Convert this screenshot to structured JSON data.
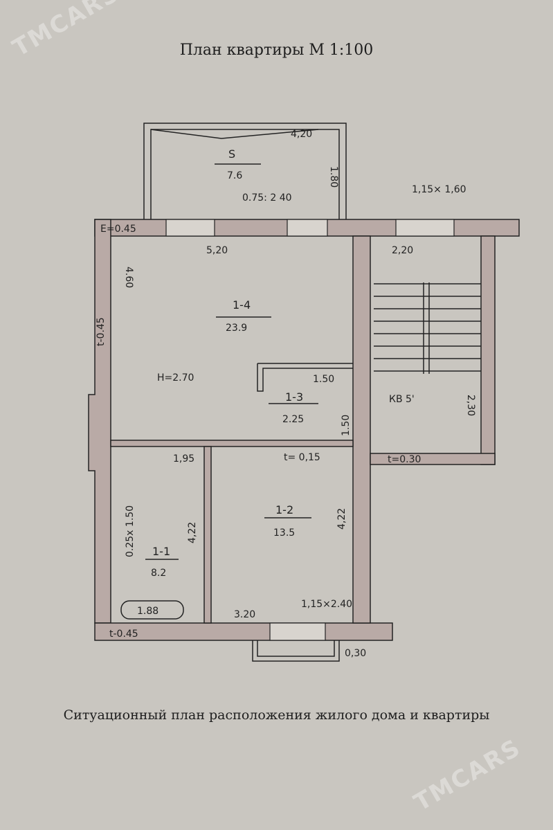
{
  "title": "План квартиры М 1:100",
  "caption": "Ситуационный план расположения жилого дома и квартиры",
  "watermark": "TMCARS",
  "colors": {
    "paper": "#c9c6c0",
    "wall": "#b9aaa6",
    "ink": "#222222"
  },
  "balcony": {
    "name": "S",
    "area": "7.6",
    "width": "4,20",
    "depth": "1.80",
    "door": "0.75: 2 40"
  },
  "walls": {
    "top": "E=0.45",
    "left": "t-0.45",
    "bottom": "t-0.45",
    "partition": "t= 0,15",
    "stair": "t=0.30",
    "window_right": "1,15× 1,60"
  },
  "rooms": [
    {
      "id": "1-4",
      "area": "23.9",
      "width": "5,20",
      "depth": "4.60",
      "height": "H=2.70"
    },
    {
      "id": "1-3",
      "area": "2.25",
      "width": "1.50",
      "depth": "1.50"
    },
    {
      "id": "1-2",
      "area": "13.5",
      "width": "3.20",
      "depth": "4,22",
      "door": "1,15×2.40"
    },
    {
      "id": "1-1",
      "area": "8.2",
      "width": "1,95",
      "depth": "4,22",
      "window": "0.25x 1.50",
      "bath": "1.88"
    }
  ],
  "stairwell": {
    "label": "КВ 5'",
    "width": "2,20",
    "depth": "2,30"
  },
  "porch": "0,30"
}
